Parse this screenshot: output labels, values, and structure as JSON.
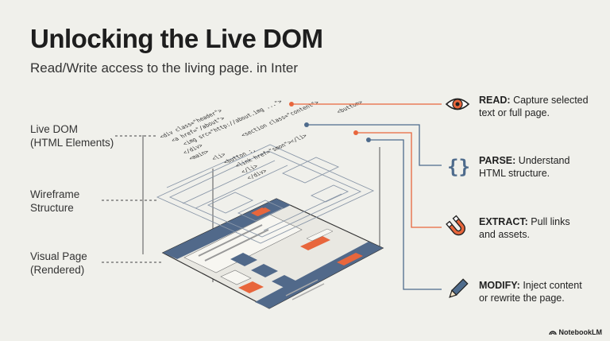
{
  "header": {
    "title": "Unlocking the Live DOM",
    "subtitle": "Read/Write access to the living page. in Inter"
  },
  "layers": [
    {
      "line1": "Live DOM",
      "line2": "(HTML Elements)"
    },
    {
      "line1": "Wireframe",
      "line2": "Structure"
    },
    {
      "line1": "Visual Page",
      "line2": "(Rendered)"
    }
  ],
  "code_lines": [
    "<div class=\"header\">",
    "<a href=\"/about\">",
    "<img src=\"http://about.img ...\">",
    "</div>",
    "<main>",
    "<section class=\"content\">",
    "<li>",
    "<button :,",
    "<link href=\"smon\"></li>",
    "</li>",
    "</div>",
    "<button>"
  ],
  "features": [
    {
      "name": "READ:",
      "desc_line1": "Capture selected",
      "desc_line2": "text or full page.",
      "icon": "eye-icon",
      "color": "#e8663c"
    },
    {
      "name": "PARSE:",
      "desc_line1": "Understand",
      "desc_line2": "HTML structure.",
      "icon": "curly-braces-icon",
      "color": "#4e6b8c"
    },
    {
      "name": "EXTRACT:",
      "desc_line1": "Pull links",
      "desc_line2": "and assets.",
      "icon": "magnet-icon",
      "color": "#e8663c"
    },
    {
      "name": "MODIFY:",
      "desc_line1": "Inject content",
      "desc_line2": "or rewrite the page.",
      "icon": "pencil-icon",
      "color": "#4e6b8c"
    }
  ],
  "brand": "NotebookLM",
  "colors": {
    "accent_orange": "#e8663c",
    "accent_blue": "#4e6b8c",
    "background": "#f0f0eb"
  }
}
